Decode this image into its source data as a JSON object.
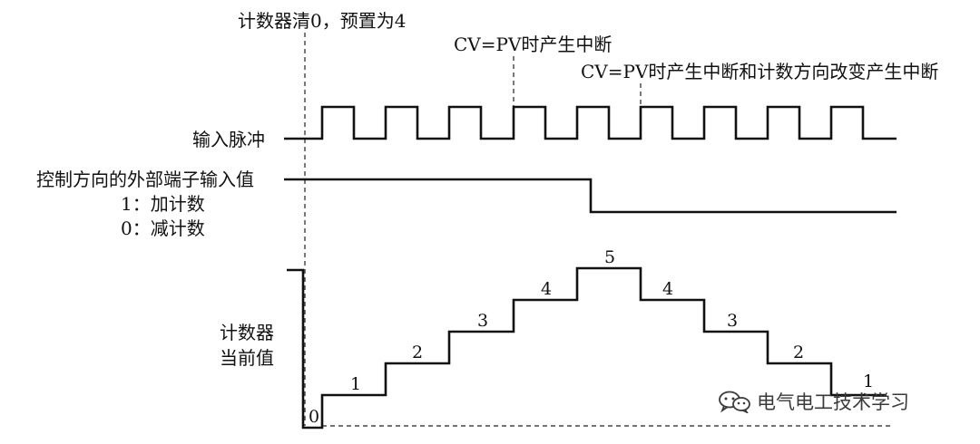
{
  "annotations": {
    "clear": "计数器清0，预置为4",
    "int1": "CV=PV时产生中断",
    "int2": "CV=PV时产生中断和计数方向改变产生中断"
  },
  "labels": {
    "pulse": "输入脉冲",
    "direction": "控制方向的外部端子输入值",
    "up": "1：加计数",
    "down": "0：减计数",
    "counter_line1": "计数器",
    "counter_line2": "当前值"
  },
  "counter_values": [
    "0",
    "1",
    "2",
    "3",
    "4",
    "5",
    "4",
    "3",
    "2",
    "1"
  ],
  "watermark": {
    "text": "电气电工技术学习",
    "icon": "wechat-icon"
  }
}
